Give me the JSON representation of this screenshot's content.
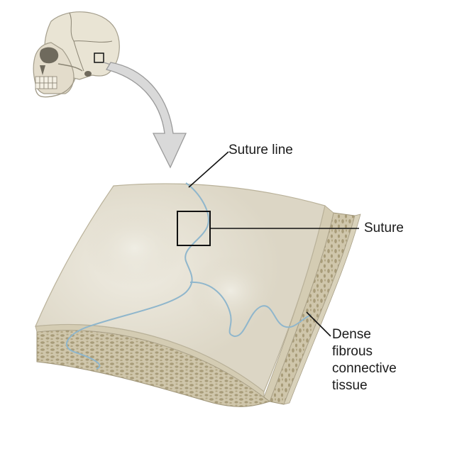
{
  "labels": {
    "suture_line": "Suture line",
    "suture": "Suture",
    "dense_tissue": [
      "Dense",
      "fibrous",
      "connective",
      "tissue"
    ]
  },
  "colors": {
    "bone_top": "#ddd8c8",
    "bone_top_highlight": "#ece9dd",
    "bone_edge": "#c9c1a8",
    "spongy_bone": "#b7ab89",
    "suture_line": "#8fb6cc",
    "arrow_fill": "#d9d9d9",
    "arrow_stroke": "#9a9a9a",
    "leader_line": "#111111"
  },
  "icons": {
    "skull": "skull-illustration",
    "arrow": "curved-down-arrow"
  }
}
